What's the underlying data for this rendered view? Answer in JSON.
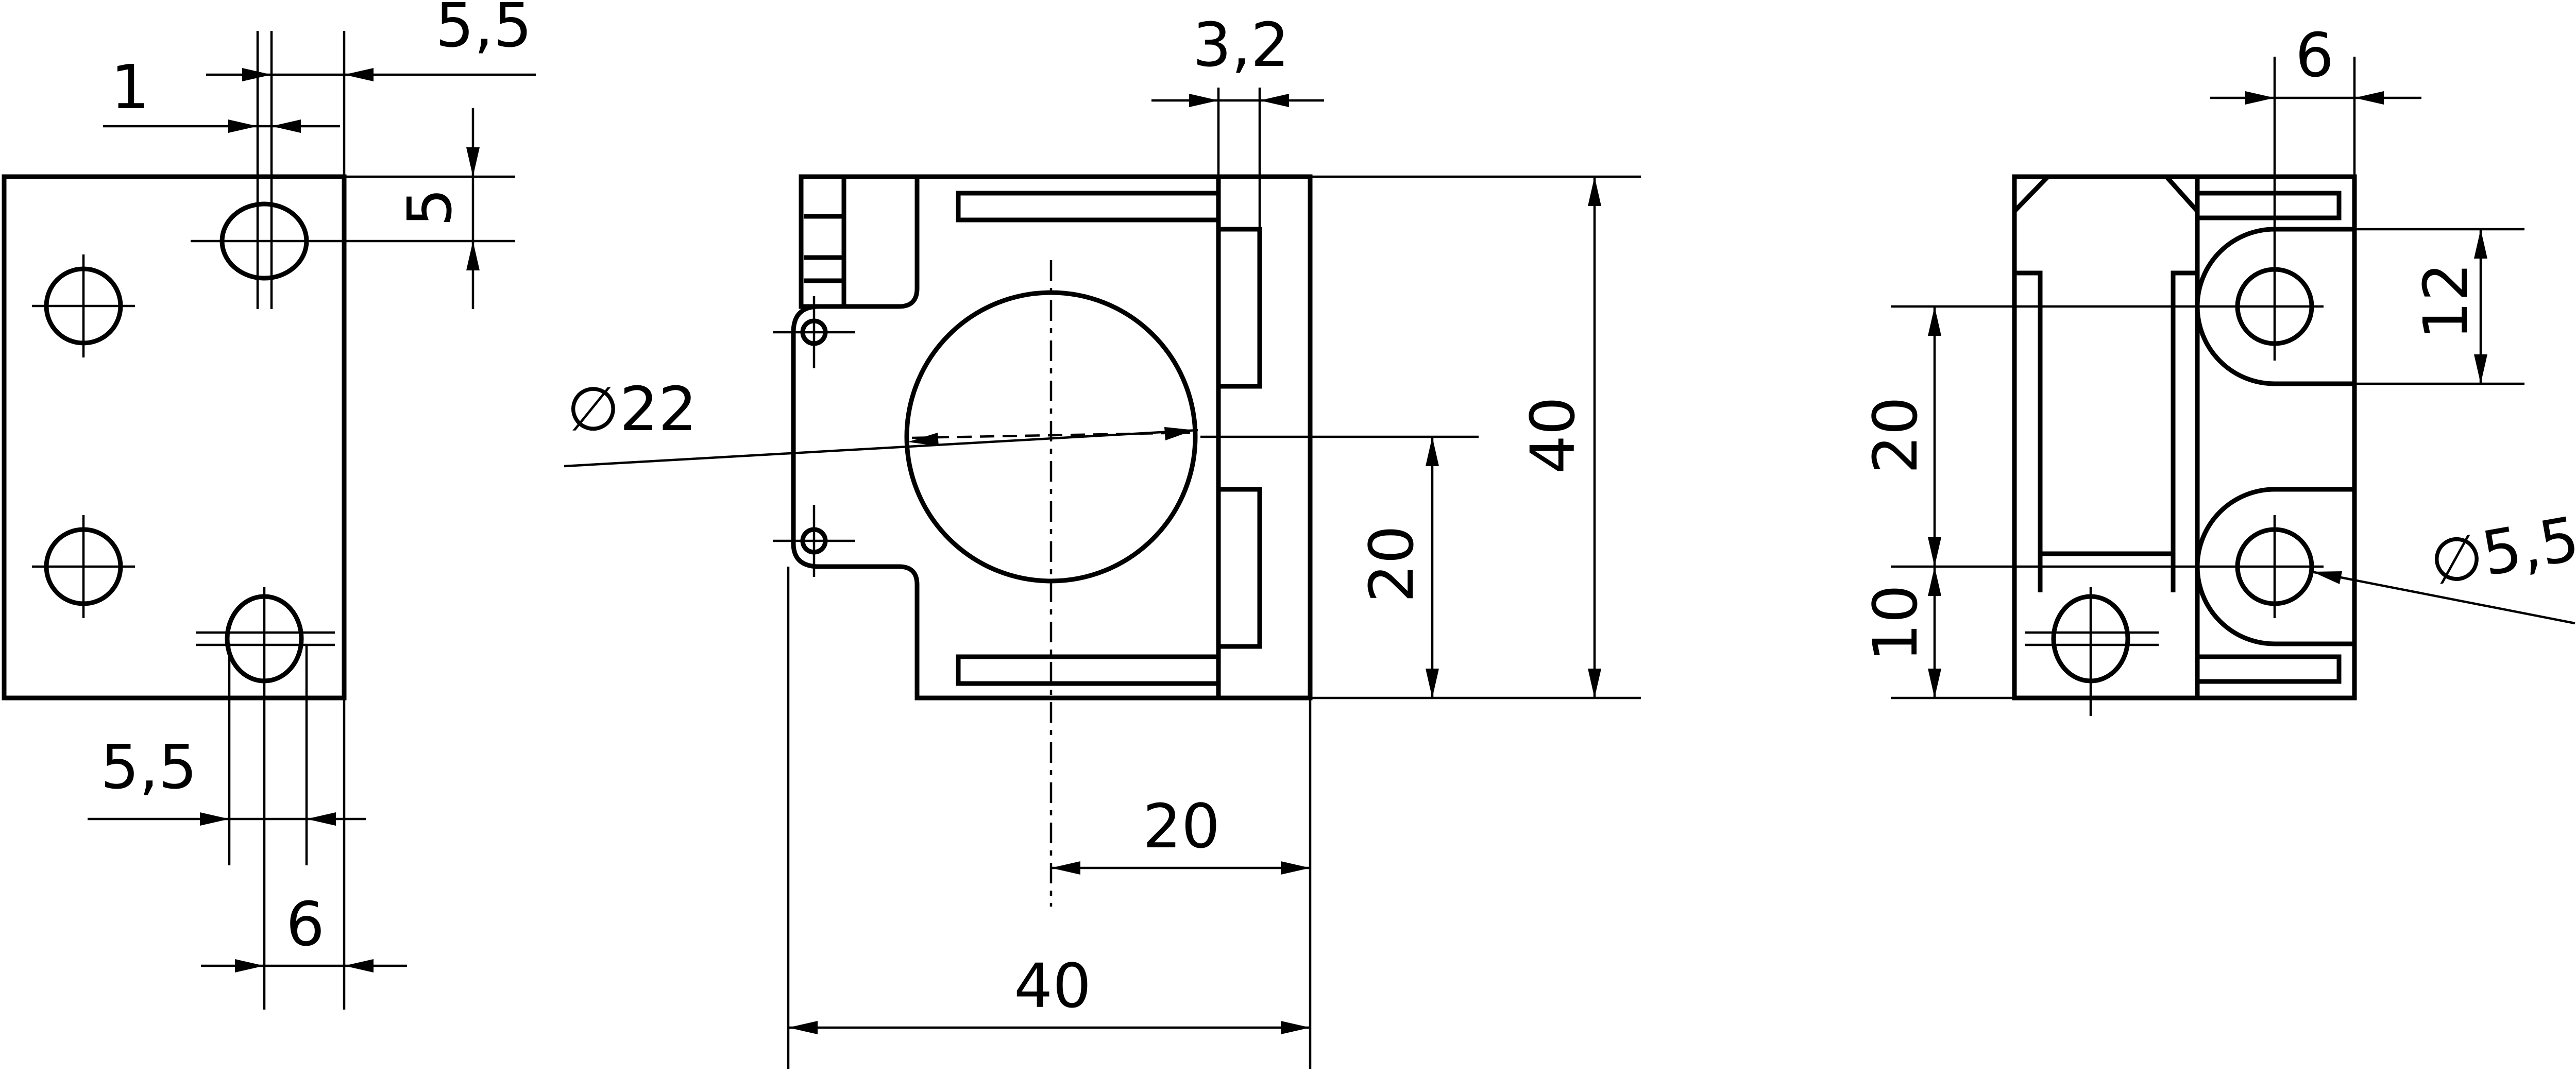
{
  "colors": {
    "line": "#000000",
    "background": "#ffffff"
  },
  "dimensions": {
    "left_view": {
      "top_offset": "5,5",
      "hole_offset": "1",
      "hole_vertical": "5",
      "bottom_offset": "5,5",
      "bottom_width": "6"
    },
    "front_view": {
      "diameter": "∅22",
      "slot_width": "3,2",
      "height": "40",
      "half_height": "20",
      "half_width": "20",
      "width": "40"
    },
    "right_view": {
      "top_width": "6",
      "slot_height": "12",
      "spacing": "20",
      "bottom_offset": "10",
      "hole_diameter": "∅5,5"
    }
  }
}
